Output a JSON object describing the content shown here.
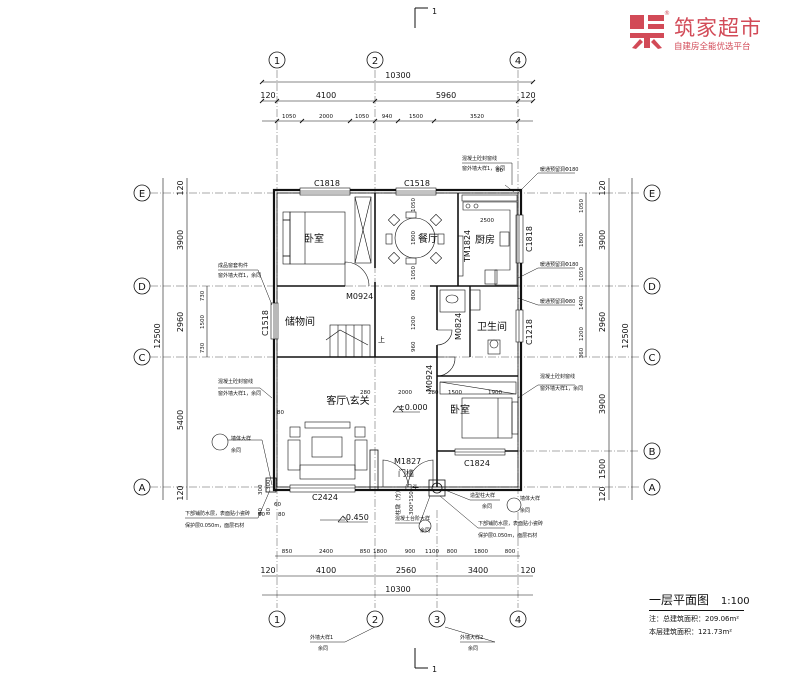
{
  "brand": {
    "name": "筑家超市",
    "tagline": "自建房全能优选平台",
    "registered": "®"
  },
  "section_mark": "1",
  "axis_labels": {
    "top": [
      "1",
      "2",
      "4"
    ],
    "bottom": [
      "1",
      "2",
      "3",
      "4"
    ],
    "left": [
      "E",
      "D",
      "C",
      "A"
    ],
    "right": [
      "E",
      "D",
      "C",
      "B",
      "A"
    ]
  },
  "dims_top": {
    "total": "10300",
    "row2": [
      "120",
      "4100",
      "5960",
      "120"
    ],
    "row3": [
      "1050",
      "2000",
      "1050",
      "940",
      "1500",
      "3520"
    ]
  },
  "dims_bottom": {
    "row1": [
      "850",
      "2400",
      "850",
      "1800",
      "900",
      "1100",
      "800",
      "1800",
      "800"
    ],
    "row2": [
      "120",
      "4100",
      "2560",
      "3400",
      "120"
    ],
    "total": "10300"
  },
  "dims_left": {
    "outer": [
      "120",
      "3900",
      "2960",
      "5400",
      "120"
    ],
    "total": "12500",
    "inner": [
      "730",
      "1500",
      "730"
    ]
  },
  "dims_right": {
    "outer": [
      "120",
      "3900",
      "2960",
      "3900",
      "1500",
      "120"
    ],
    "total": "12500",
    "inner": [
      "1050",
      "1800",
      "1050",
      "1400",
      "1200",
      "360"
    ]
  },
  "interior_dims": [
    "1050",
    "1800",
    "1050",
    "800",
    "1200",
    "960",
    "2500",
    "280",
    "2000",
    "280",
    "1500",
    "1900",
    "80",
    "80"
  ],
  "rooms": {
    "bedroom1": "卧室",
    "dining": "餐厅",
    "kitchen": "厨房",
    "storage": "储物间",
    "bathroom": "卫生间",
    "living": "客厅\\玄关",
    "bedroom2": "卧室"
  },
  "openings": {
    "w_top_left": "C1818",
    "w_top_mid": "C1518",
    "w_left": "C1518",
    "w_right_top": "C1818",
    "w_right_mid": "C1218",
    "w_bottom_left": "C2424",
    "w_bottom_right": "C1824",
    "d_bed1": "M0924",
    "d_bath": "M0824",
    "d_bed2": "M0924",
    "d_kitchen": "TM1824",
    "d_main": "M1827",
    "d_main_sub": "门槛"
  },
  "levels": {
    "floor": "±0.000",
    "outdoor": "-0.450"
  },
  "misc_labels": {
    "stair_up": "上",
    "porch": "门头",
    "col": "柱墩（方）",
    "col_size": "300*150",
    "dim_300a": "300",
    "dim_300b": "300",
    "dim_80a": "80",
    "dim_80b": "80",
    "dim_60": "60",
    "dim_80c": "80",
    "dim_80d": "80"
  },
  "notes": [
    "混凝土砼封窗线",
    "窗外墙大样1，余同",
    "暖通预留洞Φ180",
    "暖通预留洞Φ180",
    "暖通预留洞Φ80",
    "成品窗套构件",
    "窗外墙大样1，余同",
    "混凝土砼封窗线",
    "窗外墙大样1，余同",
    "混凝土砼封窗线",
    "窗外墙大样1，余同",
    "墙体大样",
    "余同",
    "下部铺防水层，表面贴小瓷砖",
    "保护层0.050m，面层石材",
    "混凝土台阶大样",
    "余同",
    "造型柱大样",
    "余同",
    "下部铺防水层，表面贴小瓷砖",
    "保护层0.050m，面层石材",
    "外墙大样1",
    "余同",
    "外墙大样2",
    "余同",
    "墙体大样",
    "余同"
  ],
  "title": {
    "main": "一层平面图",
    "scale": "1:100",
    "area1": "注：总建筑面积：209.06m²",
    "area2": "本层建筑面积：121.73m²"
  }
}
